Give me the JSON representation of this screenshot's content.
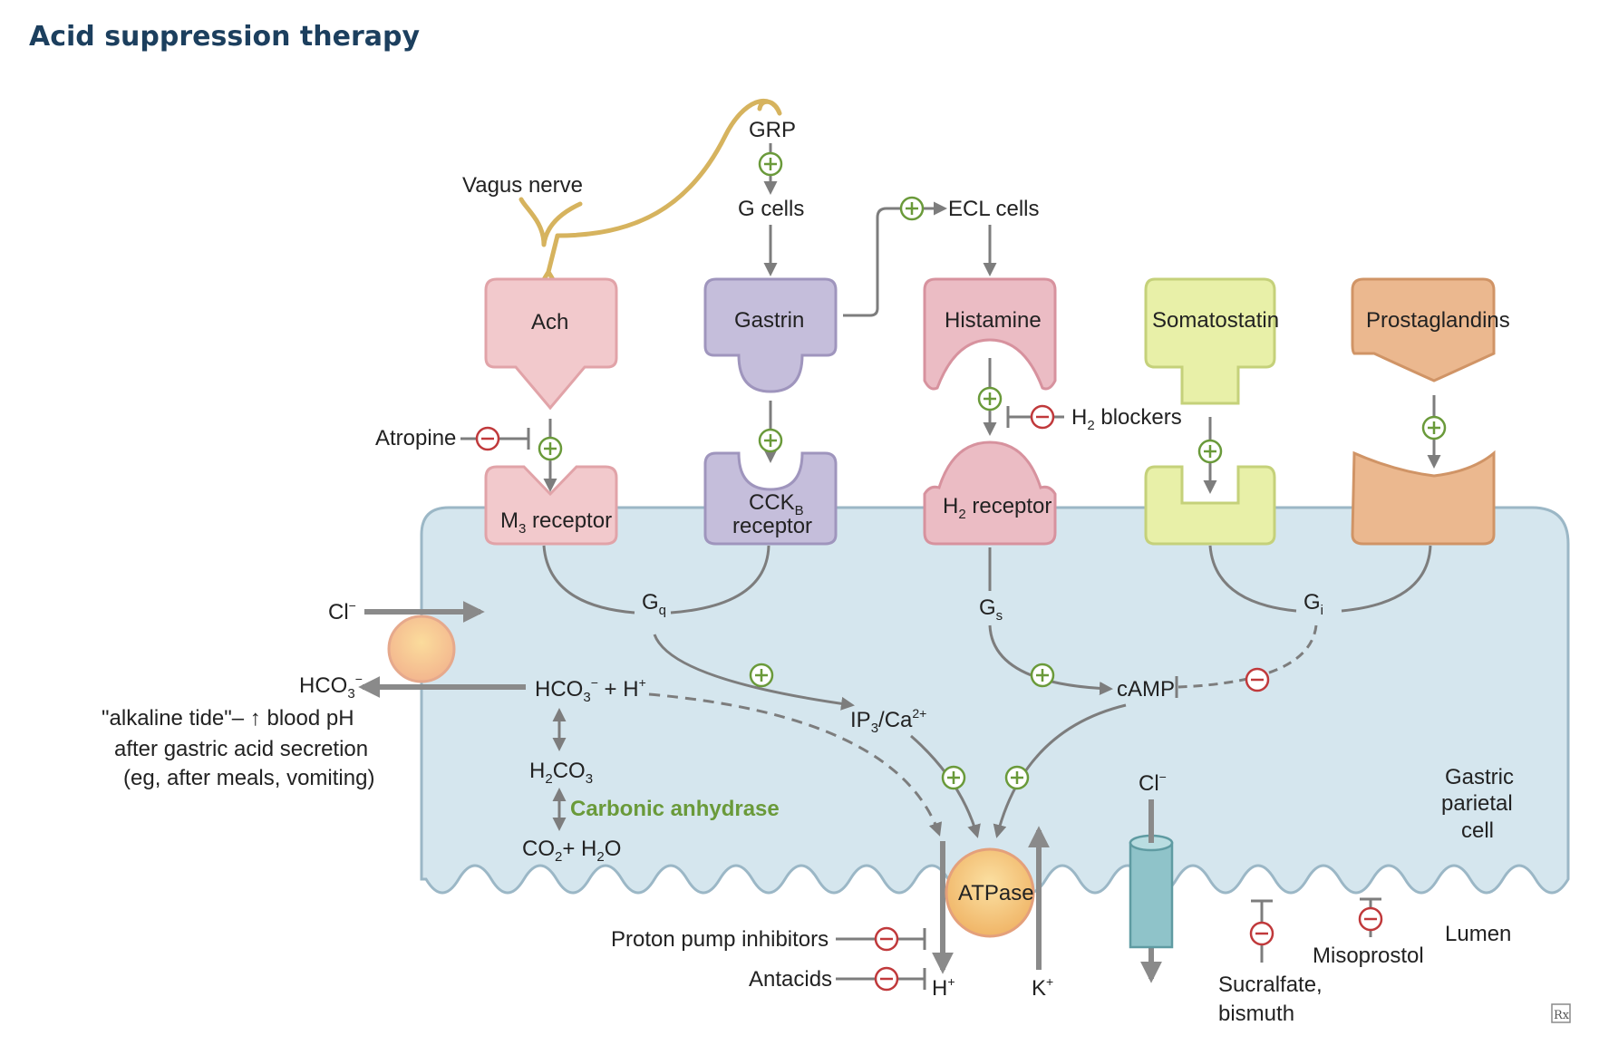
{
  "title": "Acid suppression therapy",
  "labels": {
    "vagus_nerve": "Vagus nerve",
    "grp": "GRP",
    "g_cells": "G cells",
    "ecl_cells": "ECL cells",
    "ach": "Ach",
    "gastrin": "Gastrin",
    "histamine": "Histamine",
    "somatostatin": "Somatostatin",
    "prostaglandins": "Prostaglandins",
    "atropine": "Atropine",
    "h2_blockers": "H2 blockers",
    "m3_receptor": "M3 receptor",
    "cckb_receptor_1": "CCKB",
    "cckb_receptor_2": "receptor",
    "h2_receptor": "H2 receptor",
    "gq": "Gq",
    "gs": "Gs",
    "gi": "Gi",
    "cl_in": "Cl−",
    "hco3_out": "HCO3−",
    "hco3_h": "HCO3− + H+",
    "alkaline_1": "\"alkaline tide\"– ↑ blood pH",
    "alkaline_2": "after gastric acid secretion",
    "alkaline_3": "(eg, after meals, vomiting)",
    "h2co3": "H2CO3",
    "carbonic_anhydrase": "Carbonic anhydrase",
    "co2_h2o": "CO2 + H2O",
    "ip3_ca": "IP3/Ca2+",
    "camp": "cAMP",
    "atpase": "ATPase",
    "cl_channel": "Cl−",
    "gastric_1": "Gastric",
    "gastric_2": "parietal",
    "gastric_3": "cell",
    "lumen": "Lumen",
    "ppi": "Proton pump inhibitors",
    "antacids": "Antacids",
    "h_plus": "H+",
    "k_plus": "K+",
    "sucralfate_1": "Sucralfate,",
    "sucralfate_2": "bismuth",
    "misoprostol": "Misoprostol",
    "rx_logo": "Rx"
  },
  "colors": {
    "title": "#1c3f5e",
    "cell_fill": "#d5e6ee",
    "cell_stroke": "#9bb7c6",
    "ach": "#f2c9cc",
    "gastrin": "#c5bedb",
    "histamine": "#ebbcc4",
    "somatostatin": "#e8f0a8",
    "prostaglandins": "#ebb88f",
    "nerve": "#d6b35e",
    "stimulate": "#6a9a3a",
    "inhibit": "#c0393b",
    "atpase": "#f3c27a"
  }
}
